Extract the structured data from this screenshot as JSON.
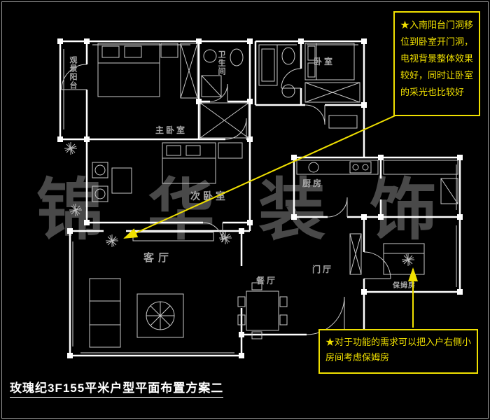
{
  "title": "玫瑰纪3F155平米户型平面布置方案二",
  "watermark": "锦 华 装 饰",
  "rooms": {
    "view_balcony": "观景阳台",
    "master_bedroom": "主卧室",
    "bathroom": "卫生间",
    "bedroom": "卧室",
    "second_bedroom": "次卧室",
    "kitchen": "厨房",
    "living_room": "客厅",
    "dining_room": "餐厅",
    "foyer": "门厅",
    "nanny_room": "保姆房"
  },
  "annotations": {
    "note_top": "★入南阳台门洞移位到卧室开门洞，电视背景整体效果较好，同时让卧室的采光也比较好",
    "note_bottom": "★对于功能的需求可以把入户右侧小房间考虑保姆房"
  },
  "colors": {
    "background": "#000000",
    "wall": "#ffffff",
    "furniture": "#c8c8c8",
    "room_label": "#a8a8a8",
    "accent_yellow": "#f0e000",
    "watermark_gray": "#565656",
    "title_white": "#ffffff"
  }
}
